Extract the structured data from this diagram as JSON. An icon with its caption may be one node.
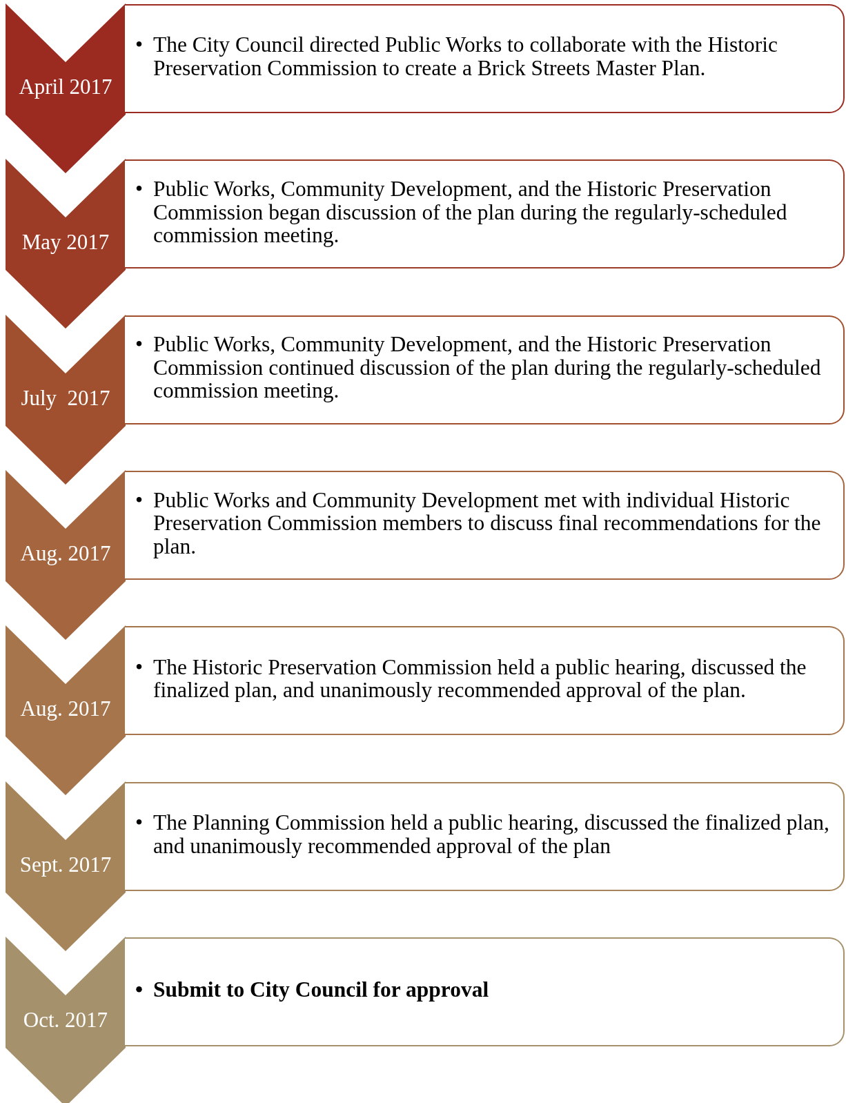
{
  "diagram": {
    "nodes": [
      {
        "text": [
          "April 2017"
        ]
      },
      {
        "text": [
          "•",
          "The City Council directed Public Works to collaborate with the Historic Preservation Commission to create a Brick Streets Master Plan."
        ]
      },
      {
        "text": [
          "May 2017"
        ]
      },
      {
        "text": [
          "•",
          "Public Works, Community Development, and the Historic Preservation Commission began discussion of the plan during the regularly-scheduled commission meeting."
        ]
      },
      {
        "text": [
          "July  2017"
        ]
      },
      {
        "text": [
          "•",
          "Public Works, Community Development, and the Historic Preservation Commission continued discussion of the plan during the regularly-scheduled commission meeting."
        ]
      },
      {
        "text": [
          "Aug. 2017"
        ]
      },
      {
        "text": [
          "•",
          "Public Works and Community Development met with individual Historic Preservation Commission members to discuss final recommendations for the plan."
        ]
      },
      {
        "text": [
          "Aug. 2017"
        ]
      },
      {
        "text": [
          "•",
          "The Historic Preservation Commission held a public hearing, discussed the finalized plan, and unanimously recommended approval of the plan."
        ]
      },
      {
        "text": [
          "Sept. 2017"
        ]
      },
      {
        "text": [
          "•",
          "The Planning Commission held a public hearing, discussed the finalized plan, and unanimously recommended approval of the plan"
        ]
      },
      {
        "text": [
          "Oct. 2017"
        ]
      },
      {
        "text": [
          "•",
          "Submit to City Council for approval"
        ]
      }
    ]
  }
}
